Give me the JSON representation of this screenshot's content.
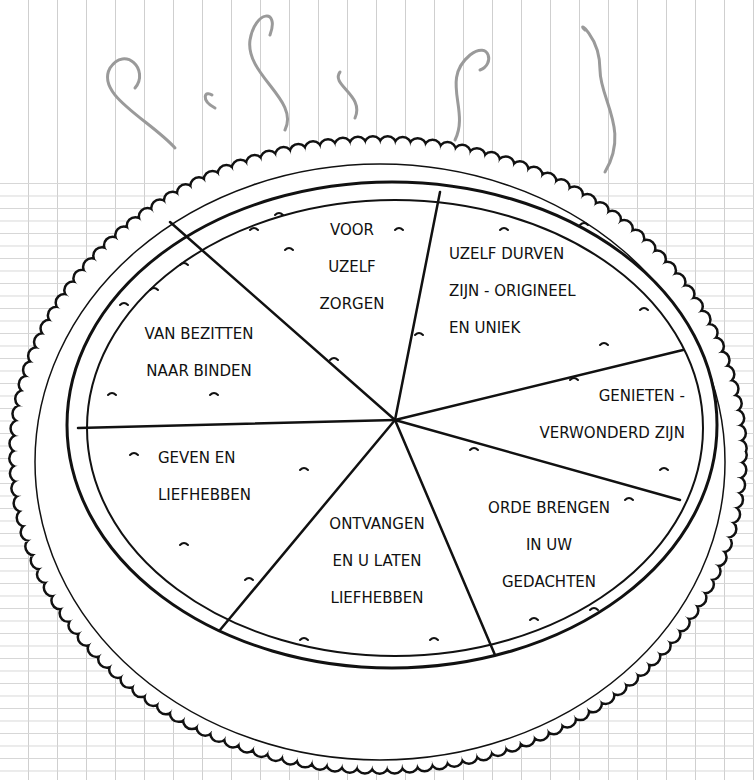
{
  "diagram": {
    "nodes": [
      {
        "text": [
          "VOOR UZELF ZORGEN"
        ]
      },
      {
        "text": [
          "UZELF DURVEN ZIJN - ORIGINEEL EN UNIEK"
        ]
      },
      {
        "text": [
          "GENIETEN - VERWONDERD ZIJN"
        ]
      },
      {
        "text": [
          "ORDE BRENGEN IN UW GEDACHTEN"
        ]
      },
      {
        "text": [
          "ONTVANGEN EN U LATEN LIEFHEBBEN"
        ]
      },
      {
        "text": [
          "GEVEN EN LIEFHEBBEN"
        ]
      },
      {
        "text": [
          "VAN BEZITTEN NAAR BINDEN"
        ]
      }
    ]
  }
}
